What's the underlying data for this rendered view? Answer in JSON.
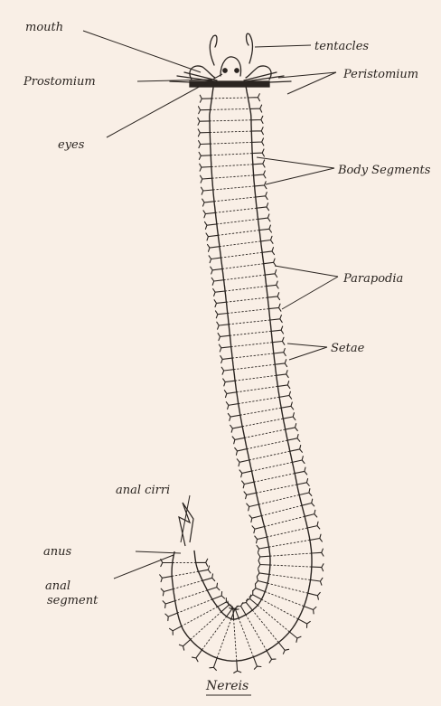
{
  "diagram": {
    "title": "Nereis",
    "labels": {
      "mouth": "mouth",
      "tentacles": "tentacles",
      "prostomium": "Prostomium",
      "peristomium": "Peristomium",
      "eyes": "eyes",
      "body_segments": "Body Segments",
      "parapodia": "Parapodia",
      "setae": "Setae",
      "anal_cirri": "anal cirri",
      "anus": "anus",
      "anal_segment": [
        "anal",
        "segment"
      ]
    }
  },
  "colors": {
    "background": "#f9efe6",
    "ink": "#2a2420"
  }
}
